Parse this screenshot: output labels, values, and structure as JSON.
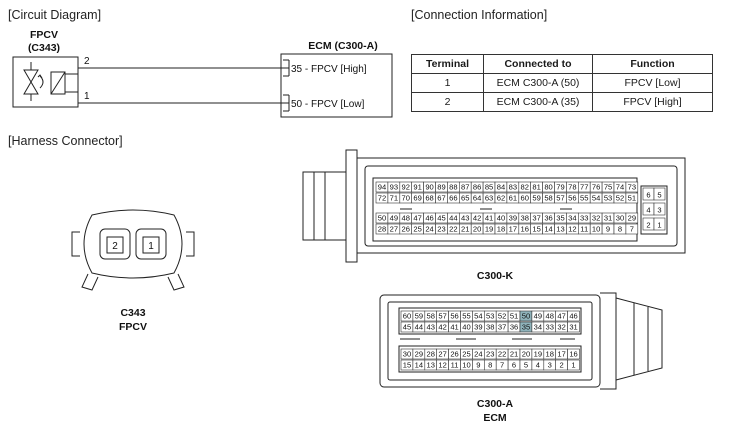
{
  "sections": {
    "circuit_diagram": "[Circuit Diagram]",
    "connection_info": "[Connection Information]",
    "harness_connector": "[Harness Connector]"
  },
  "circuit": {
    "component_name": "FPCV",
    "component_code": "(C343)",
    "wire_top_number": "2",
    "wire_bottom_number": "1",
    "ecm_title": "ECM (C300-A)",
    "ecm_pin_high": "35 - FPCV [High]",
    "ecm_pin_low": "50 - FPCV [Low]"
  },
  "connection_table": {
    "headers": [
      "Terminal",
      "Connected to",
      "Function"
    ],
    "rows": [
      [
        "1",
        "ECM C300-A (50)",
        "FPCV [Low]"
      ],
      [
        "2",
        "ECM C300-A (35)",
        "FPCV [High]"
      ]
    ]
  },
  "c343": {
    "pins": [
      "2",
      "1"
    ],
    "label_code": "C343",
    "label_name": "FPCV"
  },
  "c300k": {
    "label": "C300-K",
    "rows": [
      [
        "94",
        "93",
        "92",
        "91",
        "90",
        "89",
        "88",
        "87",
        "86",
        "85",
        "84",
        "83",
        "82",
        "81",
        "80",
        "79",
        "78",
        "77",
        "76",
        "75",
        "74",
        "73"
      ],
      [
        "72",
        "71",
        "70",
        "69",
        "68",
        "67",
        "66",
        "65",
        "64",
        "63",
        "62",
        "61",
        "60",
        "59",
        "58",
        "57",
        "56",
        "55",
        "54",
        "53",
        "52",
        "51"
      ],
      [
        "50",
        "49",
        "48",
        "47",
        "46",
        "45",
        "44",
        "43",
        "42",
        "41",
        "40",
        "39",
        "38",
        "37",
        "36",
        "35",
        "34",
        "33",
        "32",
        "31",
        "30",
        "29"
      ],
      [
        "28",
        "27",
        "26",
        "25",
        "24",
        "23",
        "22",
        "21",
        "20",
        "19",
        "18",
        "17",
        "16",
        "15",
        "14",
        "13",
        "12",
        "11",
        "10",
        "9",
        "8",
        "7"
      ]
    ],
    "side_block": [
      [
        "6",
        "5"
      ],
      [
        "4",
        "3"
      ],
      [
        "2",
        "1"
      ]
    ]
  },
  "c300a": {
    "label_code": "C300-A",
    "label_name": "ECM",
    "highlight_pins": [
      "50",
      "35"
    ],
    "highlight_color": "#8fb3bb",
    "rows": [
      [
        "60",
        "59",
        "58",
        "57",
        "56",
        "55",
        "54",
        "53",
        "52",
        "51",
        "50",
        "49",
        "48",
        "47",
        "46"
      ],
      [
        "45",
        "44",
        "43",
        "42",
        "41",
        "40",
        "39",
        "38",
        "37",
        "36",
        "35",
        "34",
        "33",
        "32",
        "31"
      ],
      [
        "30",
        "29",
        "28",
        "27",
        "26",
        "25",
        "24",
        "23",
        "22",
        "21",
        "20",
        "19",
        "18",
        "17",
        "16"
      ],
      [
        "15",
        "14",
        "13",
        "12",
        "11",
        "10",
        "9",
        "8",
        "7",
        "6",
        "5",
        "4",
        "3",
        "2",
        "1"
      ]
    ]
  }
}
